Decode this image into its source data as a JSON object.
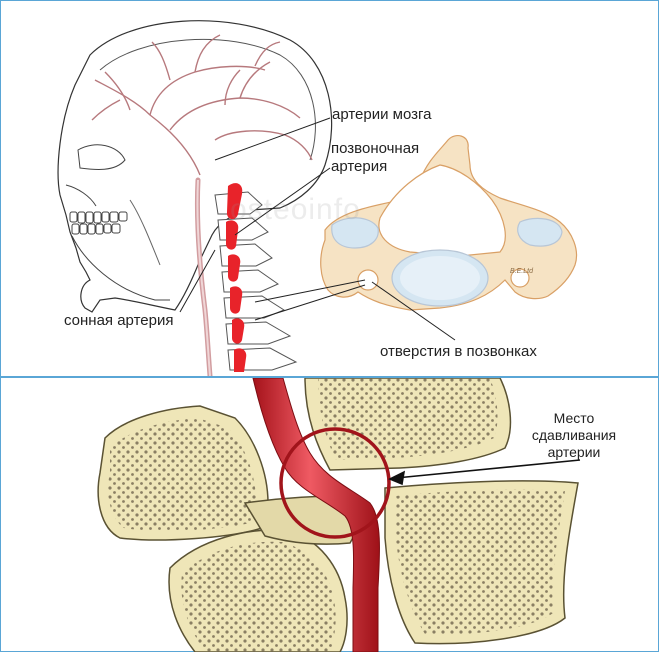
{
  "top_panel": {
    "labels": {
      "brain_arteries": "артерии мозга",
      "vertebral_artery_line1": "позвоночная",
      "vertebral_artery_line2": "артерия",
      "carotid_artery": "сонная артерия",
      "vertebral_foramina": "отверстия в позвонках",
      "vertebra_signature": "B.E.Ltd",
      "watermark": "osteoinfo"
    }
  },
  "bottom_panel": {
    "labels": {
      "compression_line1": "Место",
      "compression_line2": "сдавливания",
      "compression_line3": "артерии"
    }
  },
  "colors": {
    "frame": "#5aa6d6",
    "artery_red": "#e8232a",
    "bone": "#f6e3c4",
    "bone_outline": "#d9a066",
    "vertebra_body": "#efe6b8",
    "marker_circle": "#a1141b"
  }
}
